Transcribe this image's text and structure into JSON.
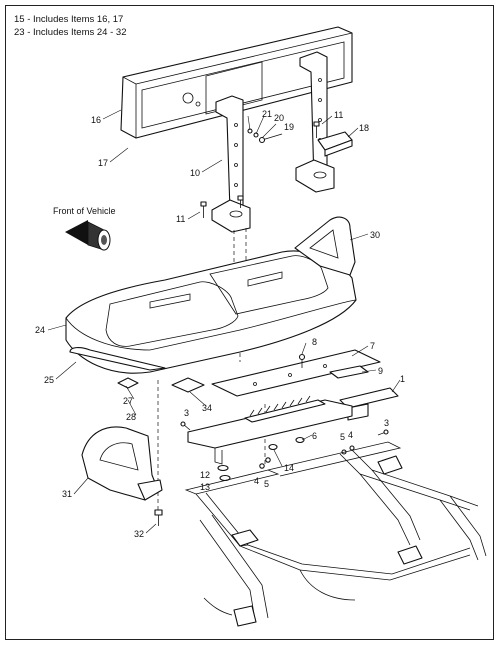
{
  "notes": [
    "15 - Includes Items 16, 17",
    "23 - Includes Items 24 - 32"
  ],
  "front_of_vehicle_label": "Front of Vehicle",
  "callouts": {
    "c1": "1",
    "c3a": "3",
    "c3b": "3",
    "c4a": "4",
    "c4b": "4",
    "c5a": "5",
    "c5b": "5",
    "c6": "6",
    "c7": "7",
    "c8": "8",
    "c9": "9",
    "c10": "10",
    "c11a": "11",
    "c11b": "11",
    "c12": "12",
    "c13": "13",
    "c14": "14",
    "c16": "16",
    "c17": "17",
    "c18": "18",
    "c19": "19",
    "c20": "20",
    "c21": "21",
    "c24": "24",
    "c25": "25",
    "c27": "27",
    "c28": "28",
    "c30": "30",
    "c31": "31",
    "c32": "32",
    "c34": "34"
  }
}
